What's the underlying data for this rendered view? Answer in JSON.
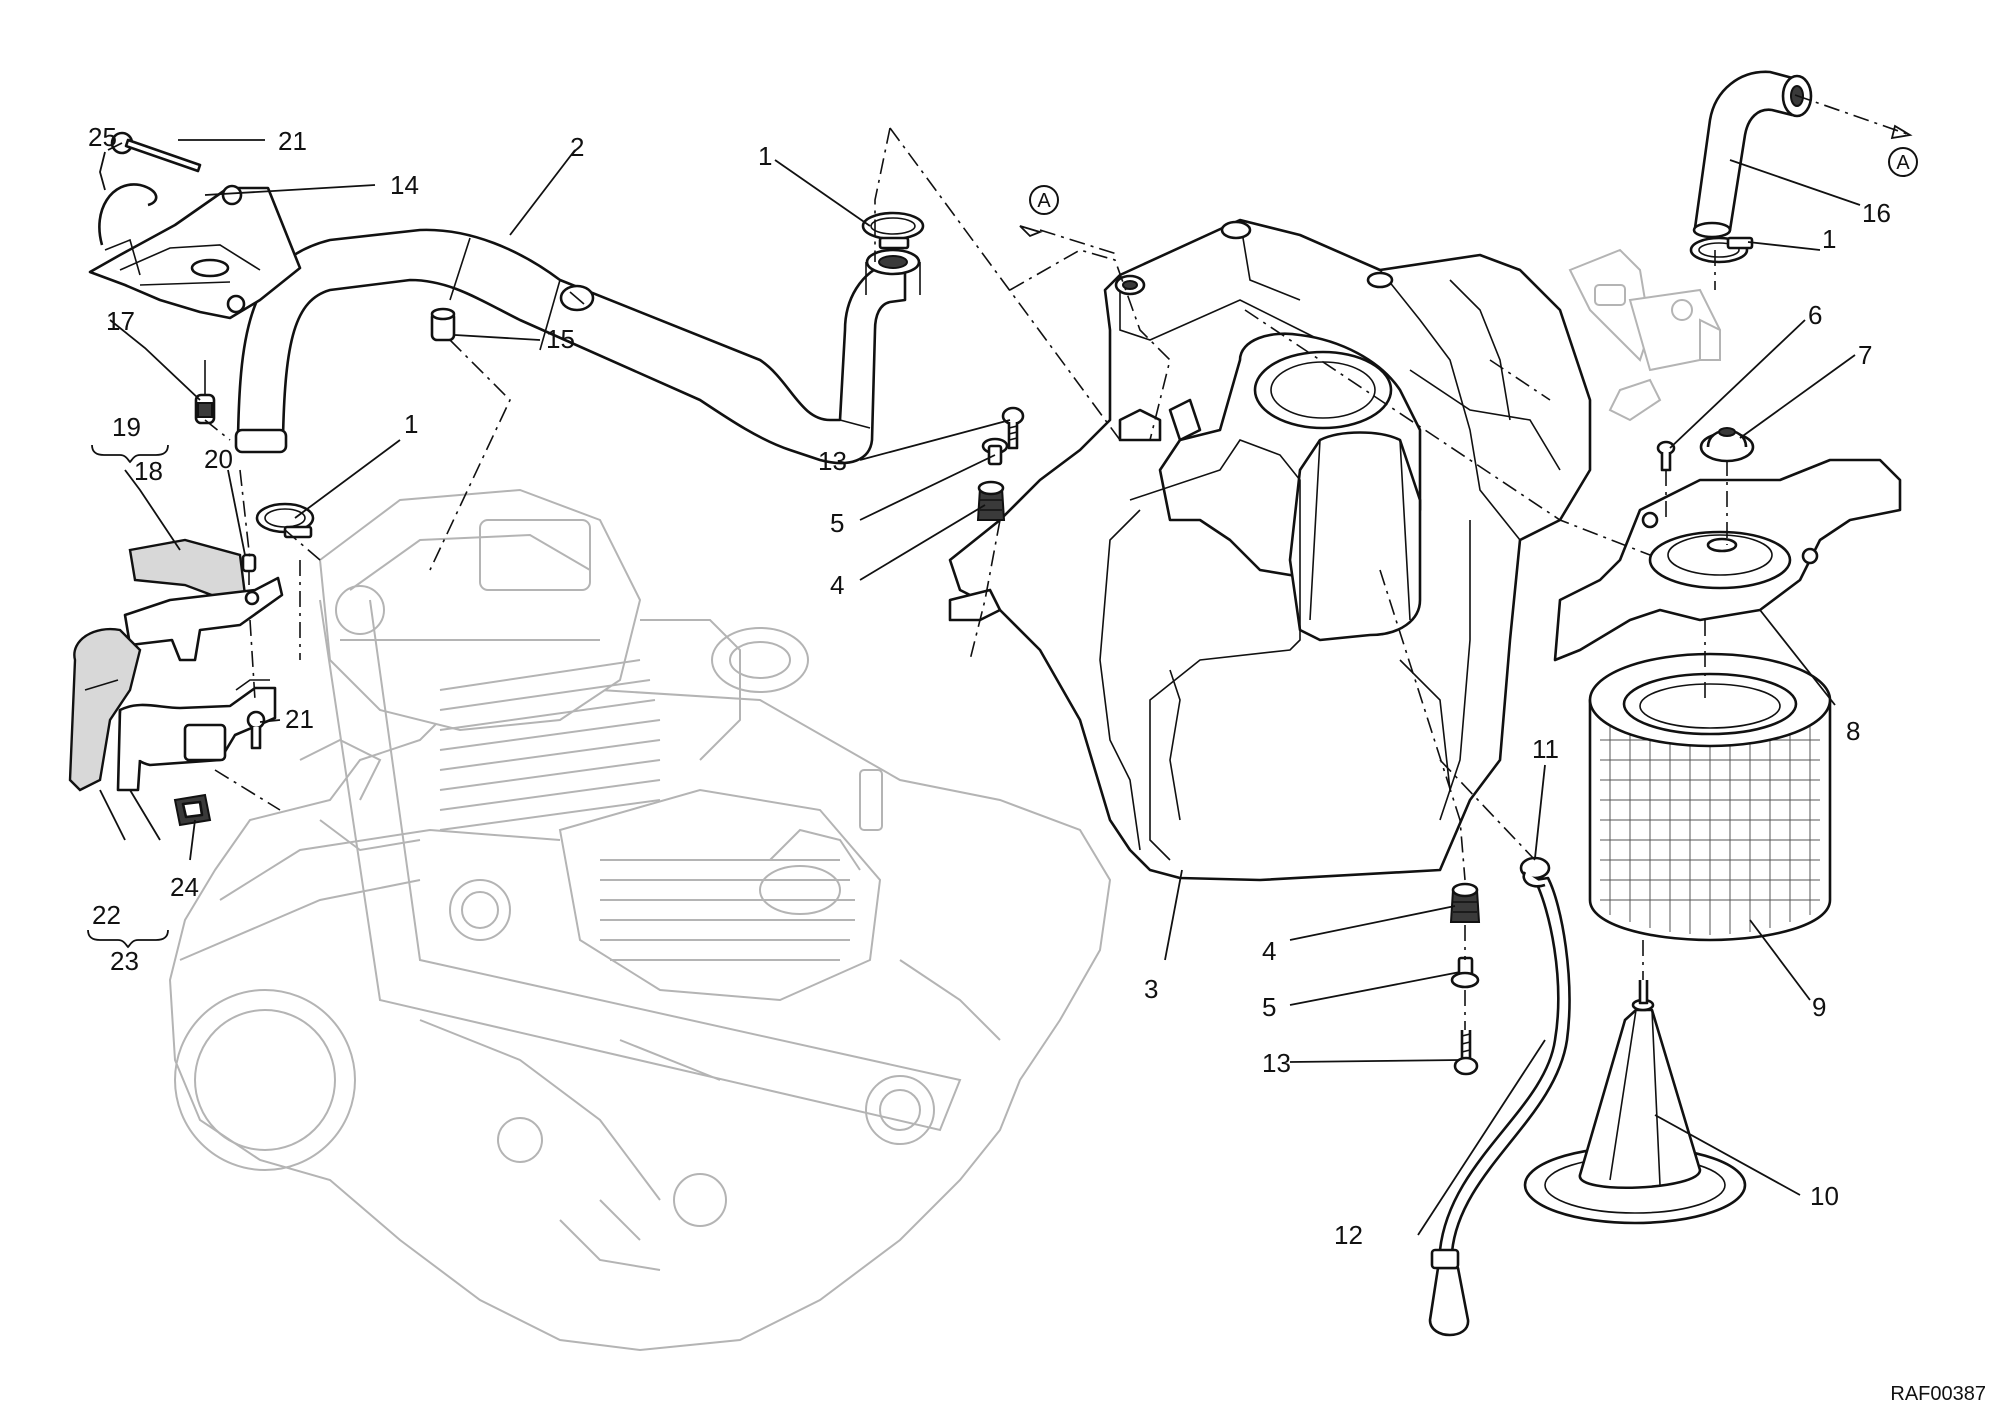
{
  "callouts": {
    "c1a": "1",
    "c1b": "1",
    "c1c": "1",
    "c2": "2",
    "c3": "3",
    "c4a": "4",
    "c4b": "4",
    "c5a": "5",
    "c5b": "5",
    "c6": "6",
    "c7": "7",
    "c8": "8",
    "c9": "9",
    "c10": "10",
    "c11": "11",
    "c12": "12",
    "c13a": "13",
    "c13b": "13",
    "c14": "14",
    "c15": "15",
    "c16": "16",
    "c17": "17",
    "c18": "18",
    "c19": "19",
    "c20": "20",
    "c21a": "21",
    "c21b": "21",
    "c22": "22",
    "c23": "23",
    "c24": "24",
    "c25": "25"
  },
  "markers": {
    "ma": "A",
    "mb": "A"
  },
  "drawing_ref": "RAF00387"
}
